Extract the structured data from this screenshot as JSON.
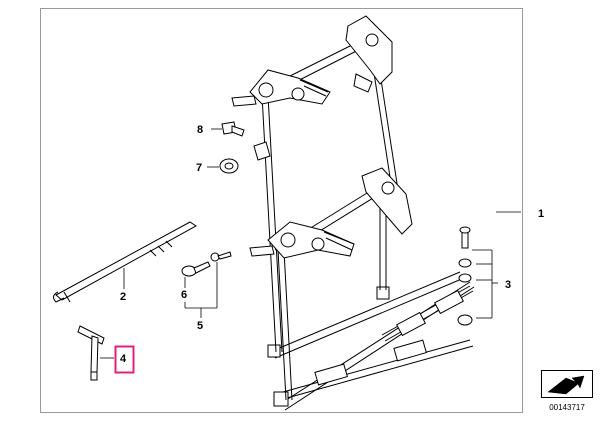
{
  "callouts": {
    "c1": "1",
    "c2": "2",
    "c3": "3",
    "c4": "4",
    "c5": "5",
    "c6": "6",
    "c7": "7",
    "c8": "8"
  },
  "doc_number": "00143717",
  "colors": {
    "line": "#000000",
    "frame": "#9a9a9a",
    "highlight": "#e0207a"
  },
  "icons": {
    "corner": "folded-arrow-icon"
  }
}
